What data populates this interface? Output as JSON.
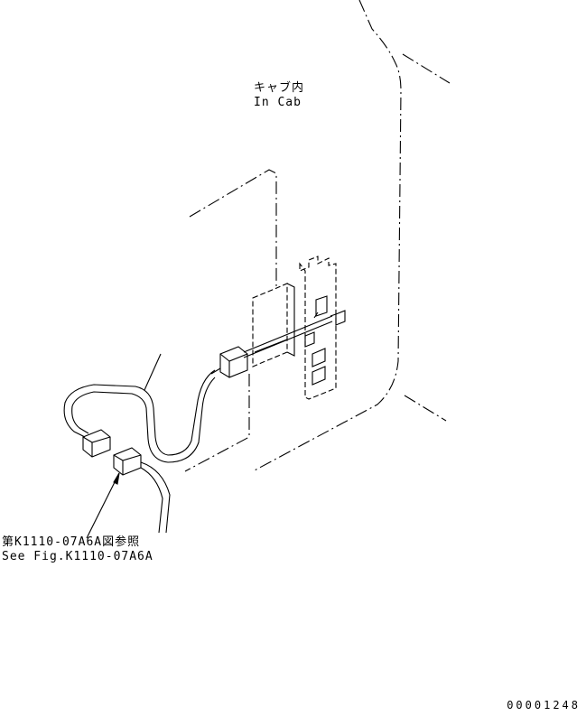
{
  "cab_label": {
    "japanese": "キャブ内",
    "english": "In Cab"
  },
  "reference_label": {
    "japanese": "第K1110-07A6A図参照",
    "english": "See Fig.K1110-07A6A"
  },
  "drawing_number": "00001248"
}
